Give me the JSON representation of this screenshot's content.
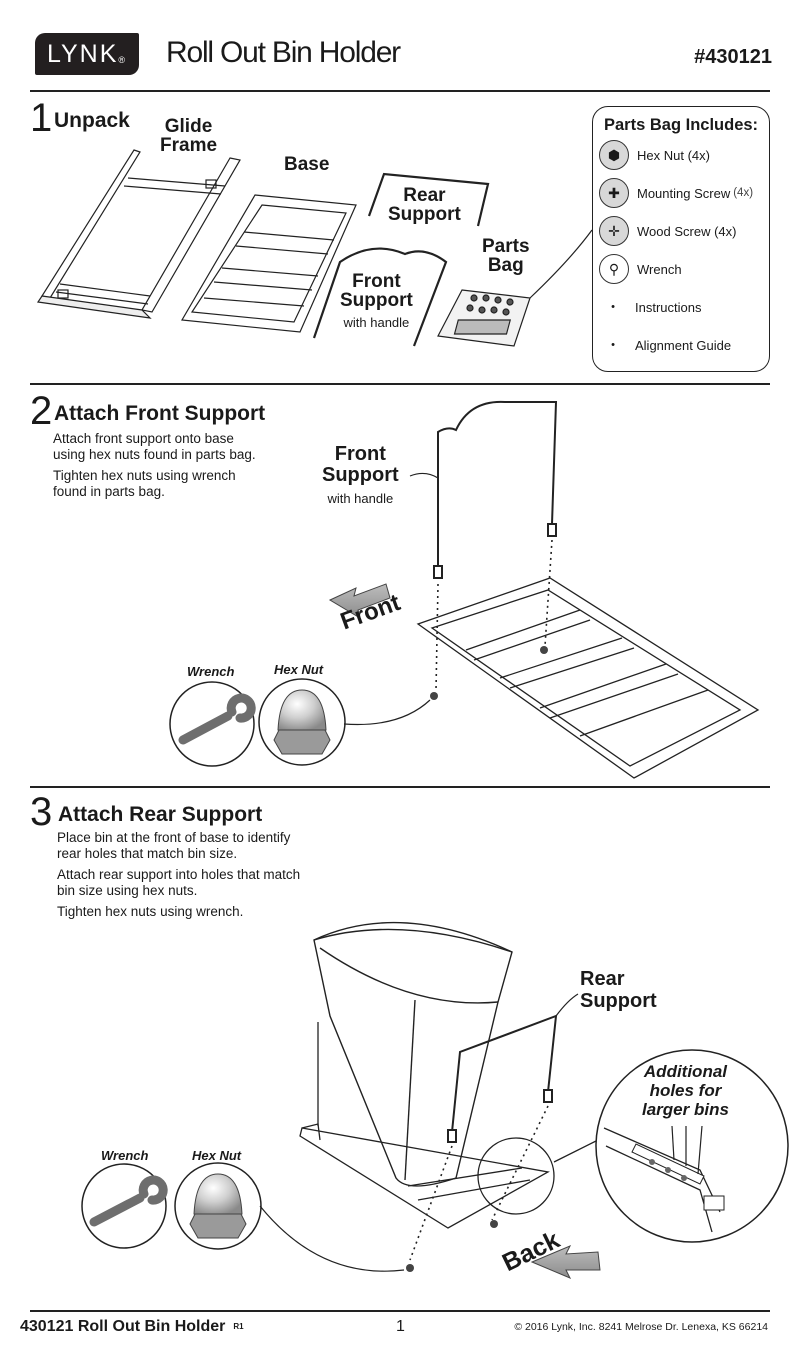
{
  "header": {
    "brand": "LYNK",
    "trademark": "®",
    "title": "Roll Out Bin Holder",
    "sku": "#430121"
  },
  "step1": {
    "number": "1",
    "title": "Unpack",
    "labels": {
      "glide_frame_1": "Glide",
      "glide_frame_2": "Frame",
      "base": "Base",
      "rear_support_1": "Rear",
      "rear_support_2": "Support",
      "front_support_1": "Front",
      "front_support_2": "Support",
      "front_support_note": "with handle",
      "parts_bag_1": "Parts",
      "parts_bag_2": "Bag"
    },
    "parts_bag": {
      "title": "Parts Bag Includes:",
      "items": [
        {
          "icon": "hex-nut-icon",
          "label": "Hex Nut (4x)",
          "qty": ""
        },
        {
          "icon": "mounting-screw-icon",
          "label": "Mounting Screw",
          "qty": "(4x)"
        },
        {
          "icon": "wood-screw-icon",
          "label": "Wood Screw (4x)",
          "qty": ""
        },
        {
          "icon": "wrench-icon",
          "label": "Wrench",
          "qty": ""
        },
        {
          "icon": "bullet",
          "label": "Instructions",
          "qty": ""
        },
        {
          "icon": "bullet",
          "label": "Alignment Guide",
          "qty": ""
        }
      ]
    }
  },
  "step2": {
    "number": "2",
    "title": "Attach Front Support",
    "para1_l1": "Attach front support onto base",
    "para1_l2": "using hex nuts found in parts bag.",
    "para2_l1": "Tighten hex nuts using wrench",
    "para2_l2": "found in parts bag.",
    "label_front_1": "Front",
    "label_front_2": "Support",
    "label_front_note": "with handle",
    "arrow_label": "Front",
    "tool_wrench": "Wrench",
    "tool_hexnut": "Hex Nut"
  },
  "step3": {
    "number": "3",
    "title": "Attach Rear Support",
    "para1_l1": "Place bin at the front of base to identify",
    "para1_l2": "rear holes that match bin size.",
    "para2_l1": "Attach rear support into holes that match",
    "para2_l2": "bin size using hex nuts.",
    "para3_l1": "Tighten hex nuts using wrench.",
    "label_rear_1": "Rear",
    "label_rear_2": "Support",
    "callout_1": "Additional",
    "callout_2": "holes for",
    "callout_3": "larger bins",
    "arrow_label": "Back",
    "tool_wrench": "Wrench",
    "tool_hexnut": "Hex Nut"
  },
  "footer": {
    "left": "430121 Roll Out Bin Holder",
    "rev": "R1",
    "page": "1",
    "right": "© 2016 Lynk, Inc. 8241 Melrose Dr. Lenexa, KS 66214"
  }
}
